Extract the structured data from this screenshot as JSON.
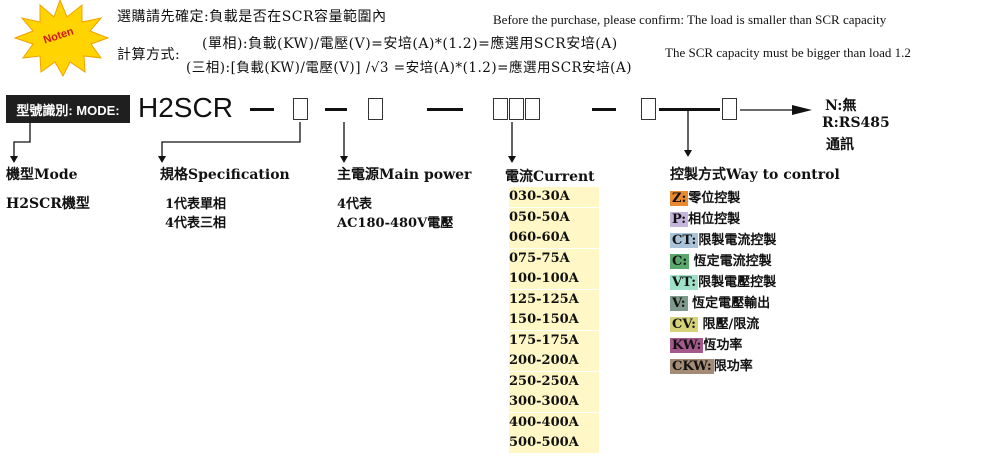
{
  "note_badge": "Noten",
  "note_lines": {
    "zh1": "選購請先確定:負載是否在SCR容量範圍內",
    "zh_calc_label": "計算方式:",
    "zh_single": "(單相):負載(KW)/電壓(V)=安培(A)*(1.2)=應選用SCR安培(A)",
    "zh_three": "(三相):[負載(KW)/電壓(V)] /√3 =安培(A)*(1.2)=應選用SCR安培(A)",
    "en1": "Before the purchase, please confirm: The load is smaller than SCR capacity",
    "en2": "The SCR capacity must be bigger than load 1.2"
  },
  "mode_label": "型號識別: MODE:",
  "model_prefix": "H2SCR",
  "box_glyph": "□",
  "output_options": {
    "n": "N:無",
    "r": "R:RS485",
    "r2": "通訊"
  },
  "sections": {
    "mode": {
      "title": "機型Mode",
      "lines": [
        "H2SCR機型"
      ]
    },
    "spec": {
      "title": "規格Specification",
      "lines": [
        "1代表單相",
        "4代表三相"
      ]
    },
    "power": {
      "title": "主電源Main power",
      "lines": [
        "4代表",
        "AC180-480V電壓"
      ]
    },
    "current": {
      "title": "電流Current",
      "items": [
        "030-30A",
        "050-50A",
        "060-60A",
        "075-75A",
        "100-100A",
        "125-125A",
        "150-150A",
        "175-175A",
        "200-200A",
        "250-250A",
        "300-300A",
        "400-400A",
        "500-500A"
      ]
    },
    "control": {
      "title": "控製方式Way to control",
      "items": [
        {
          "code": "Z:",
          "desc": "零位控製",
          "color": "#e98a2f"
        },
        {
          "code": "P:",
          "desc": "相位控製",
          "color": "#c4b5dc"
        },
        {
          "code": "CT:",
          "desc": "限製電流控製",
          "color": "#a9c3d8"
        },
        {
          "code": "C:",
          "desc": " 恆定電流控製",
          "color": "#5aa86b"
        },
        {
          "code": "VT:",
          "desc": "限製電壓控製",
          "color": "#9ee0c8"
        },
        {
          "code": "V:",
          "desc": " 恆定電壓輸出",
          "color": "#7e9a8c"
        },
        {
          "code": "CV:",
          "desc": " 限壓/限流",
          "color": "#d6d27a"
        },
        {
          "code": "KW:",
          "desc": "恆功率",
          "color": "#a5598b"
        },
        {
          "code": "CKW:",
          "desc": "限功率",
          "color": "#a38b75"
        }
      ]
    }
  }
}
